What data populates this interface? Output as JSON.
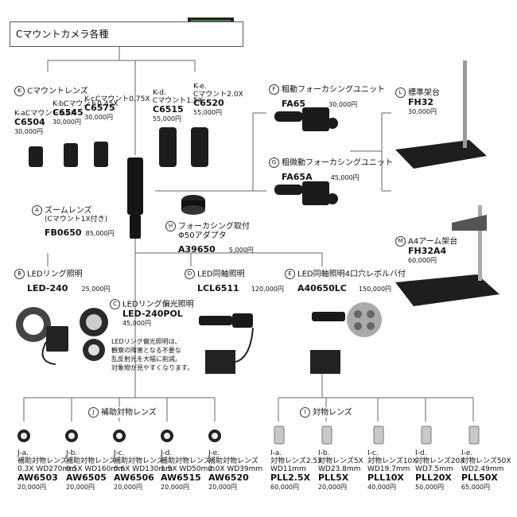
{
  "camera": {
    "title": "Cマウントカメラ各種"
  },
  "k_group": {
    "letter": "K",
    "title": "Cマウントレンズ"
  },
  "k_items": [
    {
      "id": "K-a",
      "letter": "K-a.",
      "spec": "Cマウント0.4X",
      "code": "C6504",
      "price": "30,000円"
    },
    {
      "id": "K-b",
      "letter": "K-b.",
      "spec": "Cマウント0.45X",
      "code": "C6545",
      "price": "30,000円"
    },
    {
      "id": "K-c",
      "letter": "K-c.",
      "spec": "Cマウント0.75X",
      "code": "C6575",
      "price": "30,000円"
    },
    {
      "id": "K-d",
      "letter": "K-d.",
      "spec": "Cマウント1.5X",
      "code": "C6515",
      "price": "55,000円"
    },
    {
      "id": "K-e",
      "letter": "K-e.",
      "spec": "Cマウント2.0X",
      "code": "C6520",
      "price": "55,000円"
    }
  ],
  "zoom": {
    "letter": "A",
    "title": "ズームレンズ",
    "sub": "(Cマウント1X付き)",
    "code": "FB0650",
    "price": "85,000円"
  },
  "focus_f": {
    "letter": "F",
    "title": "粗動フォーカシングユニット",
    "code": "FA65",
    "price": "30,000円"
  },
  "focus_g": {
    "letter": "G",
    "title": "粗微動フォーカシングユニット",
    "code": "FA65A",
    "price": "45,000円"
  },
  "adapter_h": {
    "letter": "H",
    "title": "フォーカシング取付",
    "sub": "Φ50アダプタ",
    "code": "A39650",
    "price": "5,000円"
  },
  "stand_l": {
    "letter": "L",
    "title": "標準架台",
    "code": "FH32",
    "price": "30,000円"
  },
  "stand_m": {
    "letter": "M",
    "title": "A4アーム架台",
    "code": "FH32A4",
    "price": "60,000円"
  },
  "light_b": {
    "letter": "B",
    "title": "LEDリング照明",
    "code": "LED-240",
    "price": "25,000円"
  },
  "light_c": {
    "letter": "C",
    "title": "LEDリング偏光照明",
    "code": "LED-240POL",
    "price": "45,000円",
    "note": [
      "LEDリング偏光照明は、",
      "観察の障害となる不要な",
      "乱反射光を大幅に削減。",
      "対象物が見やすくなります。"
    ]
  },
  "light_d": {
    "letter": "D",
    "title": "LED同軸照明",
    "code": "LCL6511",
    "price": "120,000円"
  },
  "light_e": {
    "letter": "E",
    "title": "LED同軸照明4口穴レボルバ付",
    "code": "A40650LC",
    "price": "150,000円"
  },
  "j_group": {
    "letter": "J",
    "title": "補助対物レンズ"
  },
  "j_items": [
    {
      "letter": "J-a.",
      "name": "補助対物レンズ",
      "spec": "0.3X WD270mm",
      "code": "AW6503",
      "price": "20,000円"
    },
    {
      "letter": "J-b.",
      "name": "補助対物レンズ",
      "spec": "0.5X WD160mm",
      "code": "AW6505",
      "price": "20,000円"
    },
    {
      "letter": "J-c.",
      "name": "補助対物レンズ",
      "spec": "0.6X WD130mm",
      "code": "AW6506",
      "price": "20,000円"
    },
    {
      "letter": "J-d.",
      "name": "補助対物レンズ",
      "spec": "1.5X WD50mm",
      "code": "AW6515",
      "price": "20,000円"
    },
    {
      "letter": "J-e.",
      "name": "補助対物レンズ",
      "spec": "2.0X WD39mm",
      "code": "AW6520",
      "price": "20,000円"
    }
  ],
  "i_group": {
    "letter": "I",
    "title": "対物レンズ"
  },
  "i_items": [
    {
      "letter": "I-a.",
      "name": "対物レンズ2.5X",
      "spec": "WD11mm",
      "code": "PLL2.5X",
      "price": "60,000円"
    },
    {
      "letter": "I-b.",
      "name": "対物レンズ5X",
      "spec": "WD23.8mm",
      "code": "PLL5X",
      "price": "20,000円"
    },
    {
      "letter": "I-c.",
      "name": "対物レンズ10X",
      "spec": "WD19.7mm",
      "code": "PLL10X",
      "price": "40,000円"
    },
    {
      "letter": "I-d.",
      "name": "対物レンズ20X",
      "spec": "WD7.5mm",
      "code": "PLL20X",
      "price": "50,000円"
    },
    {
      "letter": "I-e.",
      "name": "対物レンズ50X",
      "spec": "WD2.49mm",
      "code": "PLL50X",
      "price": "65,000円"
    }
  ]
}
